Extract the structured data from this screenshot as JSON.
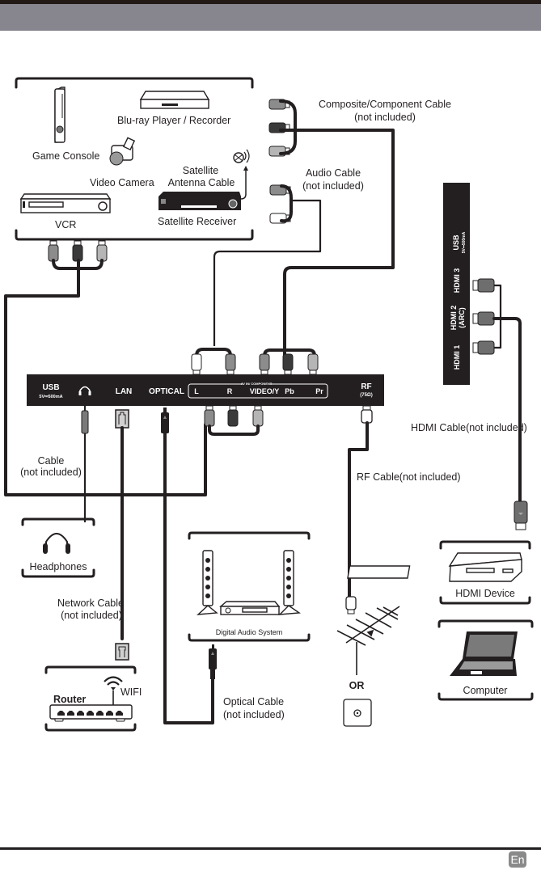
{
  "page": {
    "language_badge": "En",
    "colors": {
      "top_bar": "#231a17",
      "header_band": "#87868f",
      "panel": "#231f20",
      "plug_white": "#ffffff",
      "plug_grey": "#8c8c8c",
      "plug_dark": "#3a3a3a",
      "plug_light": "#b5b5b5"
    }
  },
  "source_devices": {
    "game_console": "Game Console",
    "bluray": "Blu-ray Player / Recorder",
    "video_camera": "Video Camera",
    "satellite_antenna_cable": [
      "Satellite",
      "Antenna Cable"
    ],
    "vcr": "VCR",
    "satellite_receiver": "Satellite Receiver"
  },
  "cables": {
    "composite_component": [
      "Composite/Component Cable",
      "(not included)"
    ],
    "audio": [
      "Audio Cable",
      "(not included)"
    ],
    "cable_generic": [
      "Cable",
      "(not included)"
    ],
    "hdmi": "HDMI Cable(not included)",
    "rf": "RF Cable(not included)",
    "network": [
      "Network Cable",
      "(not included)"
    ],
    "optical": [
      "Optical Cable",
      "(not included)"
    ]
  },
  "side_panel": {
    "ports": [
      {
        "label": "USB",
        "sub": "5V⎓500mA"
      },
      {
        "label": "HDMI 3",
        "sub": ""
      },
      {
        "label": "HDMI 2",
        "sub": "(ARC)"
      },
      {
        "label": "HDMI 1",
        "sub": ""
      }
    ]
  },
  "rear_panel": {
    "usb": "USB",
    "usb_rating": "5V⎓500mA",
    "lan": "LAN",
    "optical": "OPTICAL",
    "av_group_label": "AV IN/ COMPONENT",
    "av_ports": [
      "L",
      "R",
      "VIDEO/Y",
      "Pb",
      "Pr"
    ],
    "rf": "RF",
    "rf_sub": "(75Ω)"
  },
  "destination_devices": {
    "headphones": "Headphones",
    "digital_audio": "Digital Audio System",
    "router": "Router",
    "wifi": "WIFI",
    "hdmi_device": "HDMI Device",
    "computer": "Computer",
    "or": "OR"
  }
}
